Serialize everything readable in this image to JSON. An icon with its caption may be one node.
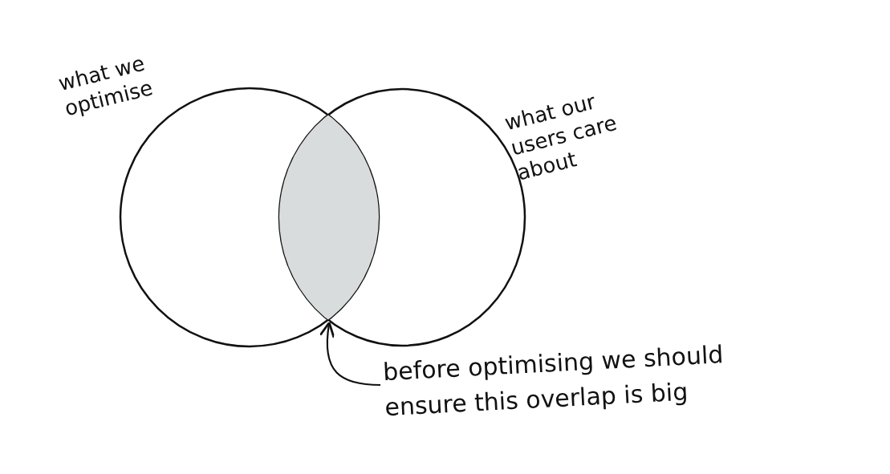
{
  "diagram": {
    "nodes": [
      {
        "text": [
          "what we optimise"
        ]
      },
      {
        "text": [
          "what our users care about"
        ]
      },
      {
        "text": [],
        "shape": "lens"
      },
      {
        "text": [
          "before optimising we should ensure this overlap is big"
        ]
      }
    ],
    "edges": [
      {
        "from": 3,
        "to": 2,
        "arrow": "to"
      }
    ]
  }
}
